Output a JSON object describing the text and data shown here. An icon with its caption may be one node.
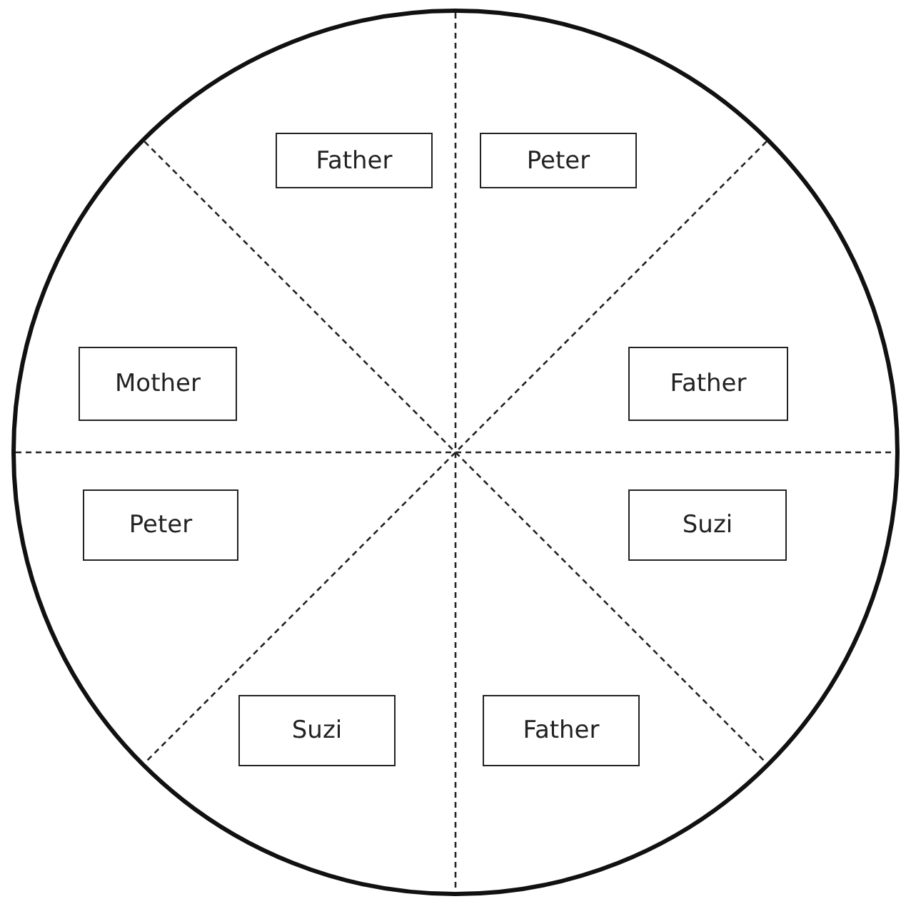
{
  "diagram": {
    "nodes": [
      {
        "text": [],
        "shape": "circle"
      },
      {
        "text": [
          "Father"
        ],
        "in": 0
      },
      {
        "text": [
          "Peter"
        ],
        "in": 0
      },
      {
        "text": [
          "Mother"
        ],
        "in": 0
      },
      {
        "text": [
          "Father"
        ],
        "in": 0
      },
      {
        "text": [
          "Peter"
        ],
        "in": 0
      },
      {
        "text": [
          "Suzi"
        ],
        "in": 0
      },
      {
        "text": [
          "Suzi"
        ],
        "in": 0
      },
      {
        "text": [
          "Father"
        ],
        "in": 0
      }
    ],
    "edges": []
  }
}
